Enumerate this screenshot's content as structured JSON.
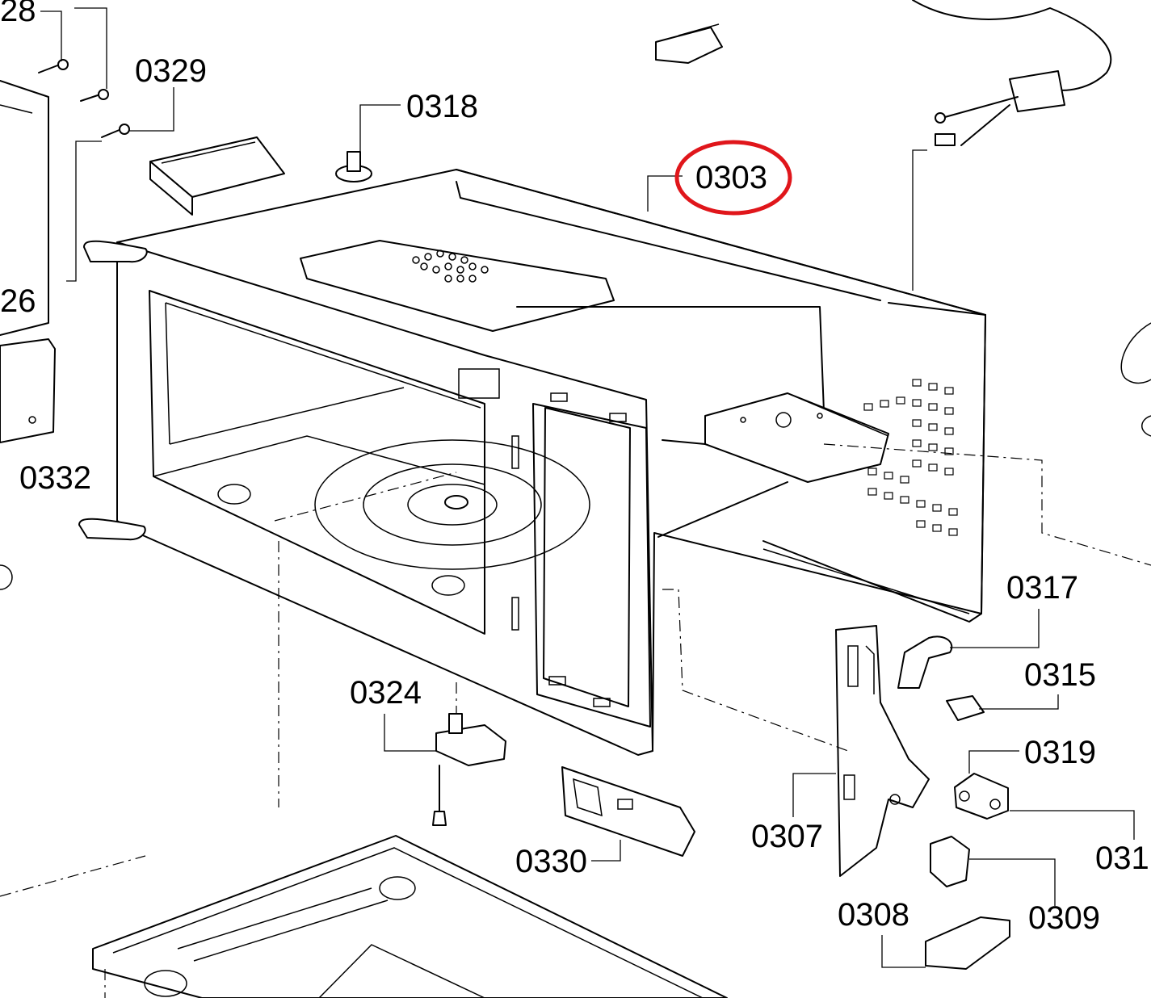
{
  "highlight": {
    "part": "0303",
    "color": "#e0161b"
  },
  "labels": {
    "p0328": "28",
    "p0329": "0329",
    "p0318": "0318",
    "p0303": "0303",
    "p0326": "26",
    "p0332": "0332",
    "p0317": "0317",
    "p0315": "0315",
    "p0319": "0319",
    "p0311": "031",
    "p0324": "0324",
    "p0307": "0307",
    "p0330": "0330",
    "p0309": "0309",
    "p0308": "0308"
  }
}
